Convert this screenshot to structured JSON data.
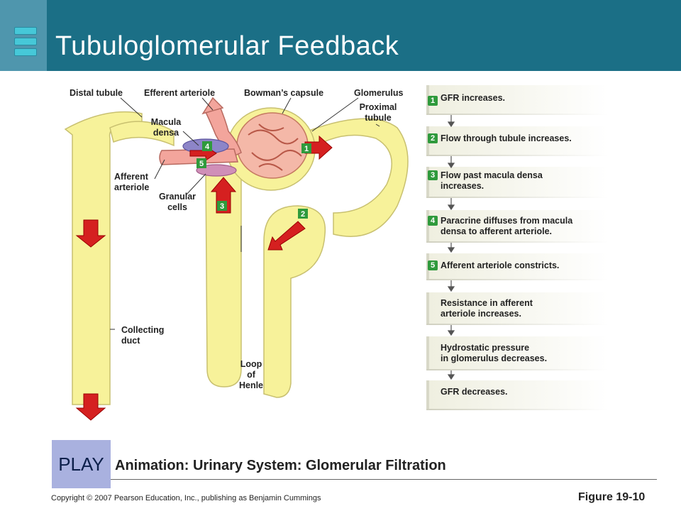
{
  "header": {
    "title": "Tubuloglomerular Feedback"
  },
  "diagram": {
    "labels": {
      "distal_tubule": "Distal tubule",
      "efferent_arteriole": "Efferent arteriole",
      "bowmans_capsule": "Bowman’s capsule",
      "glomerulus": "Glomerulus",
      "proximal_tubule_1": "Proximal",
      "proximal_tubule_2": "tubule",
      "macula_densa_1": "Macula",
      "macula_densa_2": "densa",
      "afferent_arteriole_1": "Afferent",
      "afferent_arteriole_2": "arteriole",
      "granular_cells_1": "Granular",
      "granular_cells_2": "cells",
      "collecting_duct_1": "Collecting",
      "collecting_duct_2": "duct",
      "loop_of_henle_1": "Loop",
      "loop_of_henle_2": "of",
      "loop_of_henle_3": "Henle"
    },
    "markers": [
      "1",
      "2",
      "3",
      "4",
      "5"
    ],
    "colors": {
      "tubule": "#f7f29a",
      "tubule_outline": "#c8c070",
      "glomerulus": "#f4b8a8",
      "arteriole": "#f3a59c",
      "macula": "#8d85c8",
      "granular": "#d08fb8",
      "arrow_red": "#d52020",
      "marker_green": "#2f9a3c"
    }
  },
  "steps": [
    {
      "num": "1",
      "line1": "GFR increases.",
      "line2": ""
    },
    {
      "num": "2",
      "line1": "Flow through tubule increases.",
      "line2": ""
    },
    {
      "num": "3",
      "line1": "Flow past macula densa",
      "line2": "increases."
    },
    {
      "num": "4",
      "line1": "Paracrine diffuses  from macula",
      "line2": "densa to afferent arteriole."
    },
    {
      "num": "5",
      "line1": "Afferent arteriole constricts.",
      "line2": ""
    },
    {
      "num": "",
      "line1": "Resistance in afferent",
      "line2": "arteriole increases."
    },
    {
      "num": "",
      "line1": "Hydrostatic pressure",
      "line2": "in glomerulus decreases."
    },
    {
      "num": "",
      "line1": "GFR decreases.",
      "line2": ""
    }
  ],
  "footer": {
    "play_label": "PLAY",
    "animation_title": "Animation: Urinary System: Glomerular Filtration",
    "copyright": "Copyright © 2007 Pearson Education, Inc., publishing as Benjamin Cummings",
    "figure": "Figure 19-10"
  }
}
